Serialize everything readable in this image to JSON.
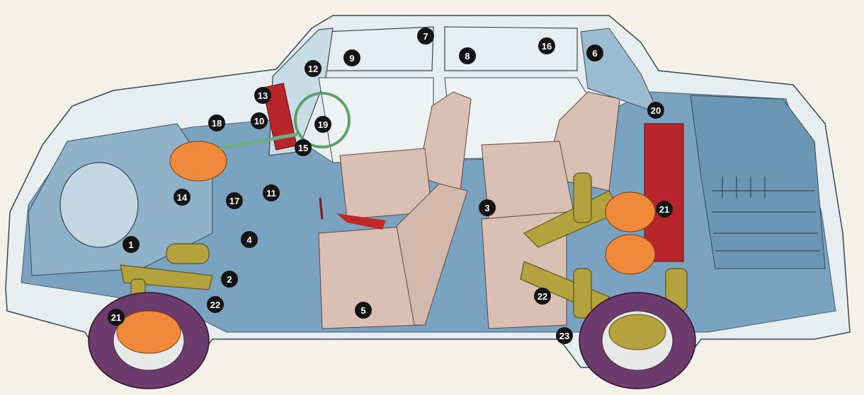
{
  "diagram": {
    "callouts": [
      {
        "label": "1"
      },
      {
        "label": "2"
      },
      {
        "label": "3"
      },
      {
        "label": "4"
      },
      {
        "label": "5"
      },
      {
        "label": "6"
      },
      {
        "label": "7"
      },
      {
        "label": "8"
      },
      {
        "label": "9"
      },
      {
        "label": "10"
      },
      {
        "label": "11"
      },
      {
        "label": "12"
      },
      {
        "label": "13"
      },
      {
        "label": "14"
      },
      {
        "label": "15"
      },
      {
        "label": "16"
      },
      {
        "label": "17"
      },
      {
        "label": "18"
      },
      {
        "label": "19"
      },
      {
        "label": "20"
      },
      {
        "label": "21"
      },
      {
        "label": "21"
      },
      {
        "label": "22"
      },
      {
        "label": "22"
      },
      {
        "label": "23"
      }
    ]
  },
  "colors": {
    "background": "#f4f1e8",
    "body_blue": "#6f9bbd",
    "glass": "#cfdfe8",
    "seat": "#d9bfb4",
    "suspension": "#b3a23e",
    "fuel_tank": "#b8262b",
    "orange_parts": "#f0893a",
    "tyre": "#6e3b6e",
    "callout": "#141414"
  }
}
